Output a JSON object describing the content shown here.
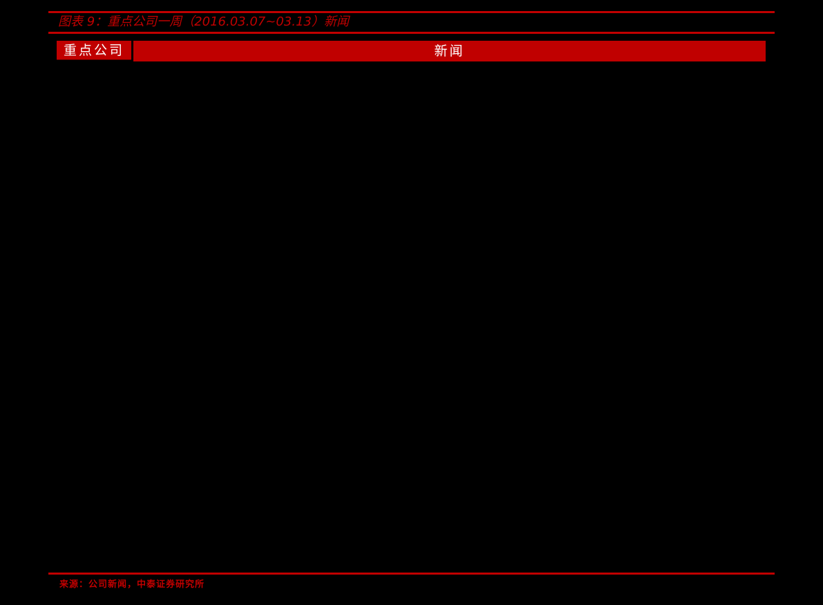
{
  "figure": {
    "title": "图表 9：重点公司一周（2016.03.07~03.13）新闻"
  },
  "table": {
    "columns": [
      {
        "label": "重点公司"
      },
      {
        "label": "新闻"
      }
    ],
    "rows": []
  },
  "footer": {
    "source": "来源：公司新闻，中泰证券研究所"
  },
  "colors": {
    "accent": "#c00000",
    "header_text": "#ffffff",
    "background": "#000000"
  }
}
